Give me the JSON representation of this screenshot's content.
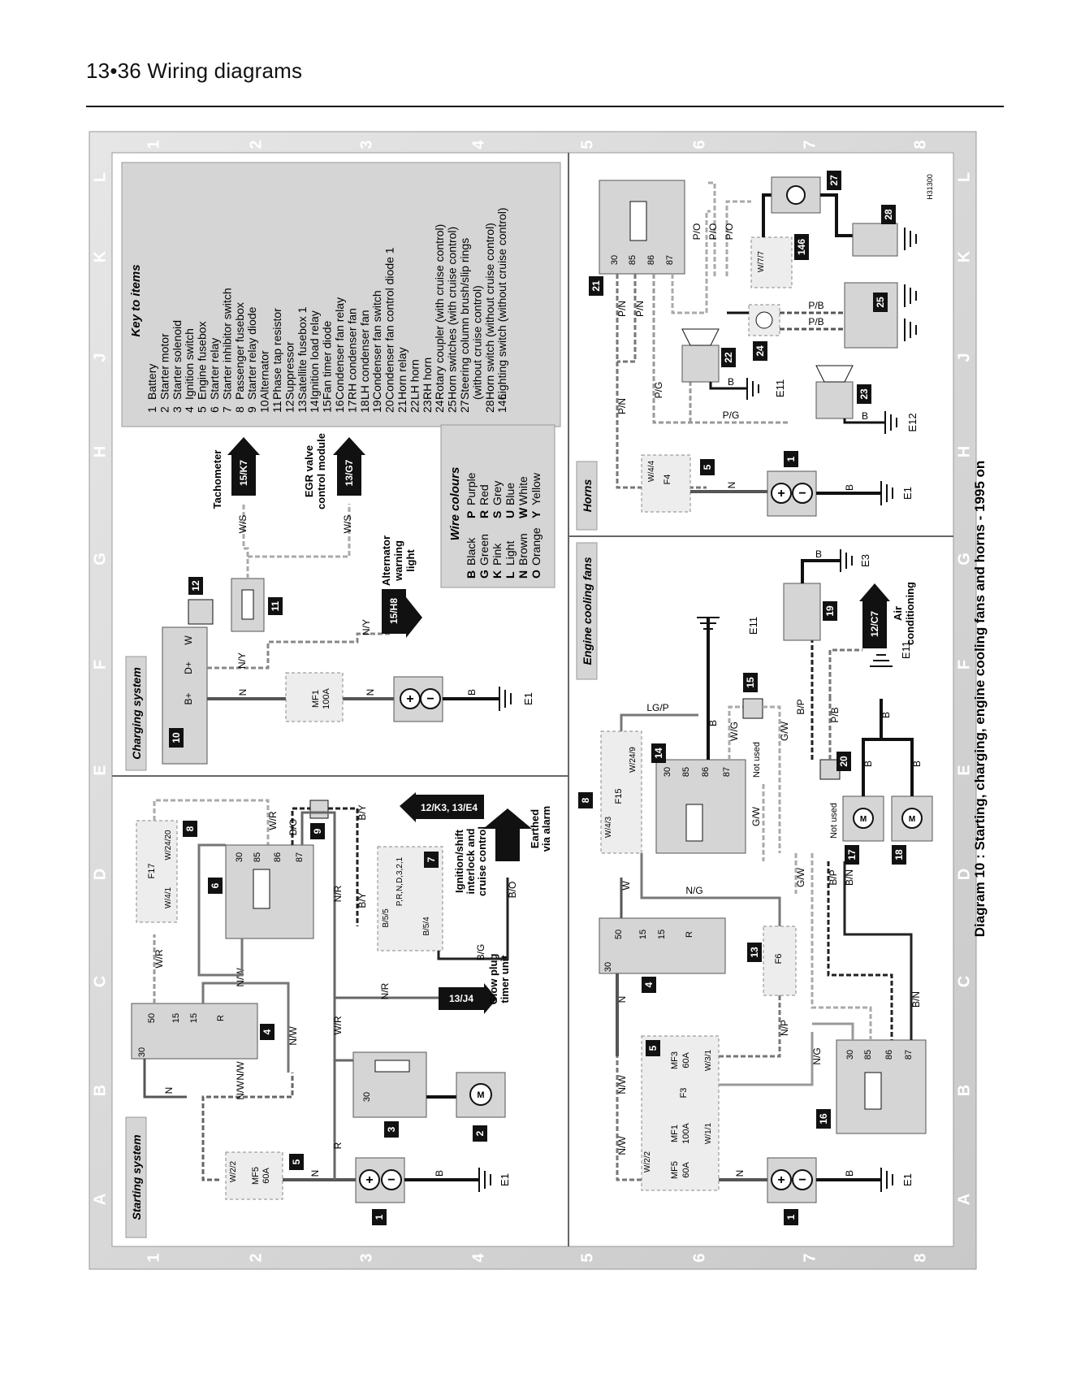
{
  "page": {
    "header": "13•36  Wiring diagrams"
  },
  "diagram_title": "Diagram 10 : Starting, charging, engine cooling fans and horns - 1995 on",
  "frame": {
    "col_numbers": [
      "1",
      "2",
      "3",
      "4",
      "5",
      "6",
      "7",
      "8"
    ],
    "row_letters": [
      "A",
      "B",
      "C",
      "D",
      "E",
      "F",
      "G",
      "H",
      "J",
      "K",
      "L"
    ]
  },
  "sections": {
    "starting": "Starting system",
    "charging": "Charging system",
    "cooling": "Engine cooling fans",
    "horns": "Horns"
  },
  "key": {
    "title": "Key to items",
    "items": [
      {
        "num": "1",
        "label": "Battery"
      },
      {
        "num": "2",
        "label": "Starter motor"
      },
      {
        "num": "3",
        "label": "Starter solenoid"
      },
      {
        "num": "4",
        "label": "Ignition switch"
      },
      {
        "num": "5",
        "label": "Engine fusebox"
      },
      {
        "num": "6",
        "label": "Starter relay"
      },
      {
        "num": "7",
        "label": "Starter inhibitor switch"
      },
      {
        "num": "8",
        "label": "Passenger fusebox"
      },
      {
        "num": "9",
        "label": "Starter relay diode"
      },
      {
        "num": "10",
        "label": "Alternator"
      },
      {
        "num": "11",
        "label": "Phase tap resistor"
      },
      {
        "num": "12",
        "label": "Suppressor"
      },
      {
        "num": "13",
        "label": "Satellite fusebox 1"
      },
      {
        "num": "14",
        "label": "Ignition load relay"
      },
      {
        "num": "15",
        "label": "Fan timer diode"
      },
      {
        "num": "16",
        "label": "Condenser fan relay"
      },
      {
        "num": "17",
        "label": "RH condenser fan"
      },
      {
        "num": "18",
        "label": "LH condenser fan"
      },
      {
        "num": "19",
        "label": "Condenser fan switch"
      },
      {
        "num": "20",
        "label": "Condenser fan control diode 1"
      },
      {
        "num": "21",
        "label": "Horn relay"
      },
      {
        "num": "22",
        "label": "LH horn"
      },
      {
        "num": "23",
        "label": "RH horn"
      },
      {
        "num": "24",
        "label": "Rotary coupler (with cruise control)"
      },
      {
        "num": "25",
        "label": "Horn switches (with cruise control)"
      },
      {
        "num": "27",
        "label": "Steering column brush/slip rings"
      },
      {
        "num": "",
        "label": "(without cruise control)"
      },
      {
        "num": "28",
        "label": "Horn switch (without cruise control)"
      },
      {
        "num": "146",
        "label": "Lighting switch (without cruise control)"
      }
    ]
  },
  "wire_colours": {
    "title": "Wire colours",
    "entries": [
      {
        "code": "B",
        "name": "Black"
      },
      {
        "code": "G",
        "name": "Green"
      },
      {
        "code": "K",
        "name": "Pink"
      },
      {
        "code": "L",
        "name": "Light"
      },
      {
        "code": "N",
        "name": "Brown"
      },
      {
        "code": "O",
        "name": "Orange"
      },
      {
        "code": "P",
        "name": "Purple"
      },
      {
        "code": "R",
        "name": "Red"
      },
      {
        "code": "S",
        "name": "Grey"
      },
      {
        "code": "U",
        "name": "Blue"
      },
      {
        "code": "W",
        "name": "White"
      },
      {
        "code": "Y",
        "name": "Yellow"
      }
    ]
  },
  "labels": {
    "tachometer": "Tachometer",
    "egr": "EGR valve",
    "egr2": "control module",
    "alt1": "Alternator",
    "alt2": "warning",
    "alt3": "light",
    "ign1": "Ignition/shift",
    "ign2": "interlock and",
    "ign3": "cruise control",
    "earthed1": "Earthed",
    "earthed2": "via alarm",
    "glow1": "Glow plug",
    "glow2": "timer unit",
    "air1": "Air",
    "air2": "conditioning",
    "not_used": "Not used",
    "inhibitor": "P,R,N,D,3,2,1"
  },
  "arrows": {
    "k7": "15/K7",
    "g7": "13/G7",
    "h8": "15/H8",
    "k3": "12/K3, 13/E4",
    "j4": "13/J4",
    "c7": "12/C7"
  },
  "wires": {
    "N": "N",
    "B": "B",
    "W": "W",
    "WS": "W/S",
    "NY": "N/Y",
    "WR": "W/R",
    "BO": "B/O",
    "BY": "B/Y",
    "NR": "N/R",
    "NW": "N/W",
    "R": "R",
    "BG": "B/G",
    "PN": "P/N",
    "PO": "P/O",
    "PG": "P/G",
    "PB": "P/B",
    "NG": "N/G",
    "LGP": "LG/P",
    "WG": "W/G",
    "GW": "G/W",
    "BP": "B/P",
    "PB2": "P/B",
    "BN": "B/N",
    "NP": "N/P"
  },
  "fuses": {
    "mf1": "MF1",
    "a100": "100A",
    "mf5": "MF5",
    "a60": "60A",
    "mf3": "MF3",
    "f17": "F17",
    "f15": "F15",
    "f4": "F4",
    "f6": "F6",
    "f3": "F3"
  },
  "pins": {
    "w41": "W/4/1",
    "w2420": "W/24/20",
    "w43": "W/4/3",
    "w249": "W/24/9",
    "w44": "W/4/4",
    "w22": "W/2/2",
    "w31": "W/3/1",
    "w11": "W/1/1",
    "w77": "W/7/7",
    "b55": "B/5/5",
    "b54": "B/5/4",
    "p30": "30",
    "p85": "85",
    "p86": "86",
    "p87": "87",
    "p50": "50",
    "p15": "15",
    "pR": "R",
    "bplus": "B+",
    "dplus": "D+",
    "wterm": "W"
  },
  "earths": {
    "e1": "E1",
    "e3": "E3",
    "e11": "E11",
    "e12": "E12"
  },
  "signature": "H31300"
}
